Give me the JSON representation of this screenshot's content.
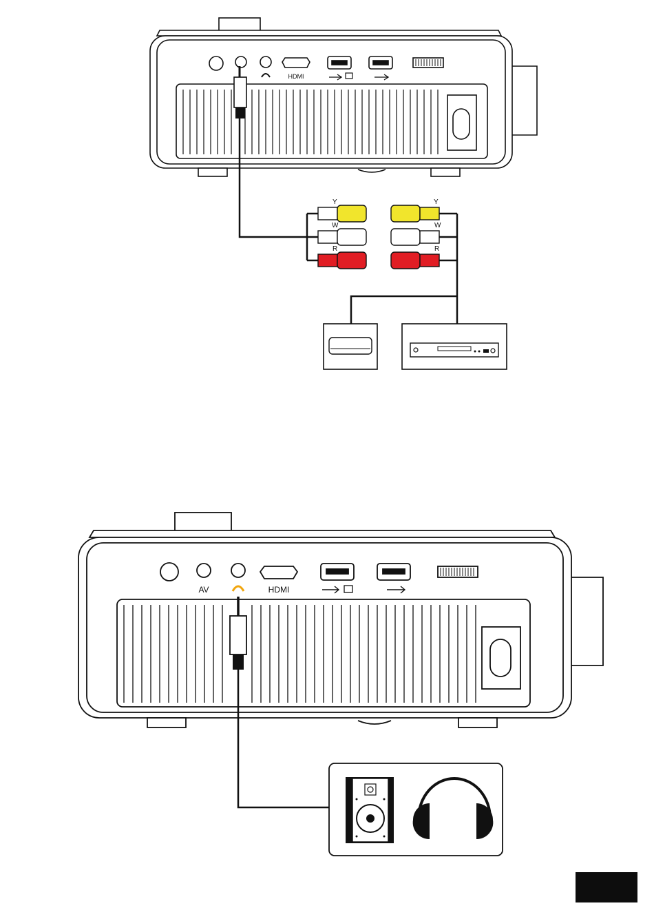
{
  "top_panel": {
    "ports": {
      "hdmi": "HDMI"
    },
    "rca_labels": {
      "left": [
        "Y",
        "W",
        "R"
      ],
      "right": [
        "Y",
        "W",
        "R"
      ]
    }
  },
  "bottom_panel": {
    "ports": {
      "av": "AV",
      "hdmi": "HDMI"
    }
  },
  "colors": {
    "yellow": "#f1e52c",
    "red": "#e11d24",
    "white": "#ffffff",
    "black": "#111111",
    "page_tab": "#0d0d0d"
  },
  "icons": [
    "headphone-jack-icon",
    "usb-icon",
    "screen-mirror-icon",
    "tv-box-icon",
    "dvd-player-icon",
    "speaker-icon",
    "headphones-icon"
  ]
}
